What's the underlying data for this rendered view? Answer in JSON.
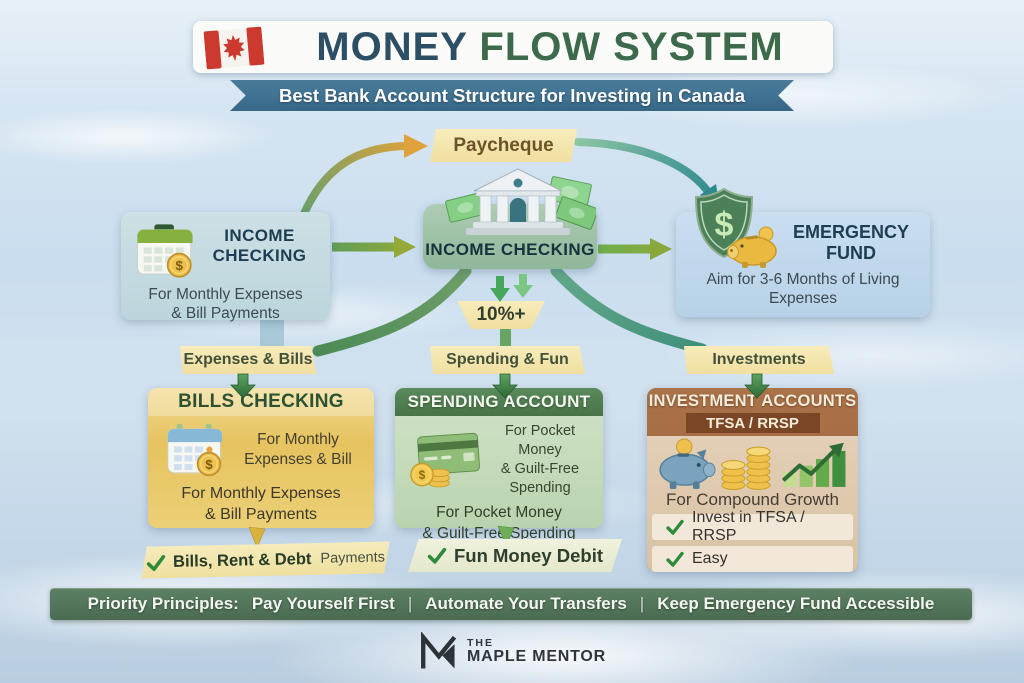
{
  "header": {
    "title_primary": "MONEY",
    "title_secondary": " FLOW SYSTEM",
    "ribbon": "Best Bank Account Structure for Investing in Canada"
  },
  "flow": {
    "paycheque": "Paycheque",
    "allocation": "10%+",
    "income_hub_left": {
      "title_line1": "INCOME",
      "title_line2": "CHECKING",
      "desc_line1": "For Monthly Expenses",
      "desc_line2": "& Bill Payments"
    },
    "income_hub_center": {
      "title": "INCOME CHECKING"
    },
    "emergency_fund": {
      "title_line1": "EMERGENCY",
      "title_line2": "FUND",
      "desc_line1": "Aim for 3-6 Months of Living",
      "desc_line2": "Expenses"
    },
    "branches": {
      "bills": "Expenses & Bills",
      "spending": "Spending & Fun",
      "investments": "Investments"
    }
  },
  "accounts": {
    "bills": {
      "title": "BILLS CHECKING",
      "side_line1": "For Monthly",
      "side_line2": "Expenses & Bill",
      "desc_line1": "For Monthly Expenses",
      "desc_line2": "& Bill Payments",
      "badge_strong": "Bills, Rent & Debt",
      "badge_light": "Payments"
    },
    "spending": {
      "title": "SPENDING ACCOUNT",
      "side_line1": "For Pocket Money",
      "side_line2": "& Guilt-Free Spending",
      "desc_line1": "For Pocket Money",
      "desc_line2": "& Guilt-Free Spending",
      "badge": "Fun Money Debit"
    },
    "investments": {
      "title": "INVESTMENT ACCOUNTS",
      "subtitle": "TFSA / RRSP",
      "caption": "For Compound Growth",
      "features": [
        "Invest in TFSA / RRSP",
        "Easy"
      ]
    }
  },
  "footer": {
    "prefix": "Priority Principles:",
    "principles": [
      "Pay Yourself First",
      "Automate Your Transfers",
      "Keep Emergency Fund Accessible"
    ],
    "separator": "|"
  },
  "brand": {
    "line1": "THE",
    "line2": "MAPLE MENTOR"
  },
  "icons": {
    "flag": "canada-flag-icon",
    "left_hub": "calendar-dollar-icon",
    "center_hub": "bank-building-cash-icon",
    "emergency": "shield-dollar-piggy-icon",
    "bills": "calendar-dollar-icon",
    "spending": "credit-card-coins-icon",
    "investments_left": "piggy-bank-coin-stacks-icon",
    "investments_right": "growth-bar-chart-icon",
    "check": "checkmark-icon",
    "logo": "maple-mentor-monogram-icon"
  },
  "colors": {
    "title_blue": "#2d4f66",
    "title_green": "#3c6a4a",
    "ribbon_blue": "#3f7292",
    "banner_yellow": "#f0dfa0",
    "banner_text": "#42513a",
    "box_blue": "#bcd6dd",
    "box_blue2": "#b7d2e8",
    "center_green": "#8fb79a",
    "bills_yellow": "#e6c35f",
    "spending_green": "#bad3ae",
    "spending_header": "#477347",
    "invest_brown": "#9a6138",
    "invest_dark": "#7a4626",
    "footer_green": "#4a6b51",
    "check_green": "#2e8b3a",
    "navy": "#1c3d52"
  }
}
